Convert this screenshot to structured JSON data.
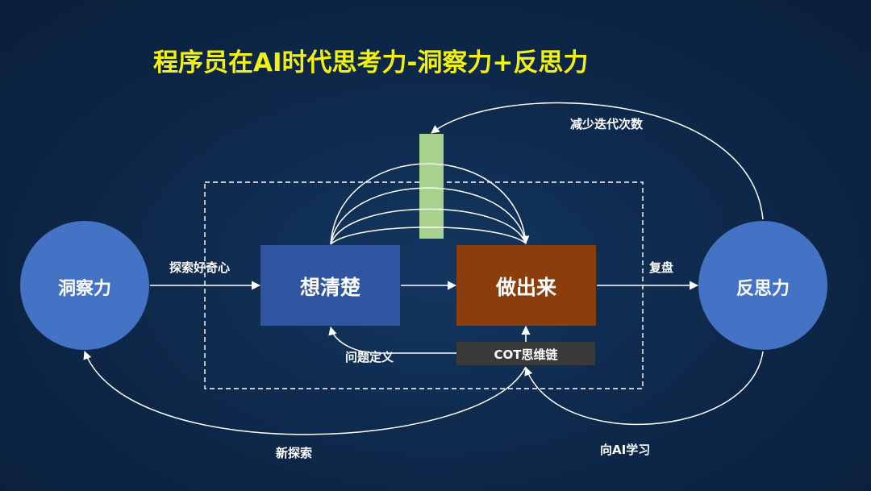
{
  "title": "程序员在AI时代思考力-洞察力+反思力",
  "nodes": {
    "insight": "洞察力",
    "think_clearly": "想清楚",
    "do_it": "做出来",
    "reflection": "反思力",
    "cot": "COT思维链"
  },
  "edges": {
    "explore_curiosity": "探索好奇心",
    "review": "复盘",
    "reduce_iterations": "减少迭代次数",
    "problem_definition": "问题定义",
    "new_exploration": "新探索",
    "learn_from_ai": "向AI学习"
  },
  "colors": {
    "background": "#0d2748",
    "title": "#f3f20a",
    "circle": "#4472c4",
    "box_think": "#2f55a0",
    "box_do": "#8b3d0c",
    "cot_bar": "#3a3a3a",
    "green_bar": "#a9d18e",
    "line": "#ffffff"
  }
}
